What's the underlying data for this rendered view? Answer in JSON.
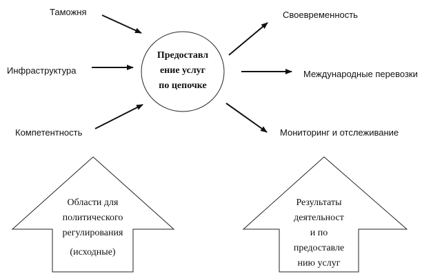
{
  "center": {
    "lines": [
      "Предоставл",
      "ение услуг",
      "по цепочке"
    ]
  },
  "inputs": [
    "Таможня",
    "Инфраструктура",
    "Компетентность"
  ],
  "outputs": [
    "Своевременность",
    "Международные перевозки",
    "Мониторинг и отслеживание"
  ],
  "left_arrow": {
    "lines": [
      "Области для",
      "политического",
      "регулирования",
      "(исходные)"
    ]
  },
  "right_arrow": {
    "lines": [
      "Результаты",
      "деятельност",
      "и по",
      "предоставле",
      "нию услуг"
    ]
  }
}
